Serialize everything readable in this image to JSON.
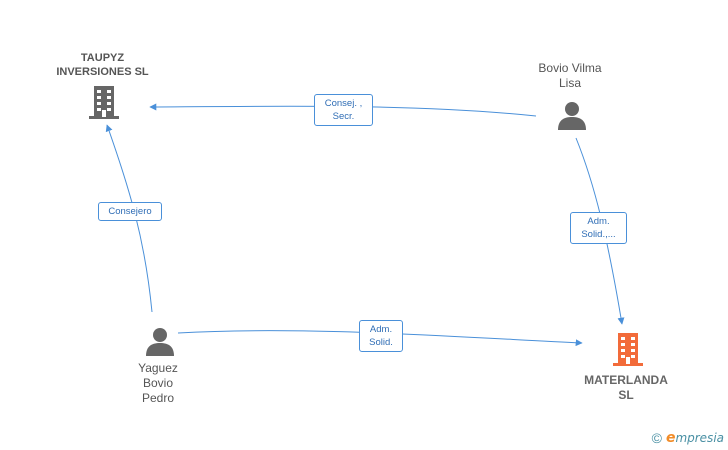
{
  "nodes": {
    "taupyz": {
      "type": "company",
      "lines": [
        "TAUPYZ",
        "INVERSIONES SL"
      ],
      "color": "#666666"
    },
    "bovio_vilma": {
      "type": "person",
      "lines": [
        "Bovio Vilma",
        "Lisa"
      ],
      "color": "#666666"
    },
    "yaguez": {
      "type": "person",
      "lines": [
        "Yaguez",
        "Bovio",
        "Pedro"
      ],
      "color": "#666666"
    },
    "materlanda": {
      "type": "company",
      "lines": [
        "MATERLANDA",
        "SL"
      ],
      "color": "#f26b3a",
      "focus": true
    }
  },
  "edges": {
    "vilma_to_taupyz": {
      "lines": [
        "Consej. ,",
        "Secr."
      ]
    },
    "yaguez_to_taupyz": {
      "lines": [
        "Consejero"
      ]
    },
    "vilma_to_materlanda": {
      "lines": [
        "Adm.",
        "Solid.,..."
      ]
    },
    "yaguez_to_materlanda": {
      "lines": [
        "Adm.",
        "Solid."
      ]
    }
  },
  "colors": {
    "edge": "#4a90d9",
    "edge_text": "#2f6db5",
    "person_icon": "#666666",
    "company_icon": "#666666",
    "focus_icon": "#f26b3a"
  },
  "brand": {
    "copyright_symbol": "©",
    "name_initial": "e",
    "name_rest": "mpresia"
  }
}
